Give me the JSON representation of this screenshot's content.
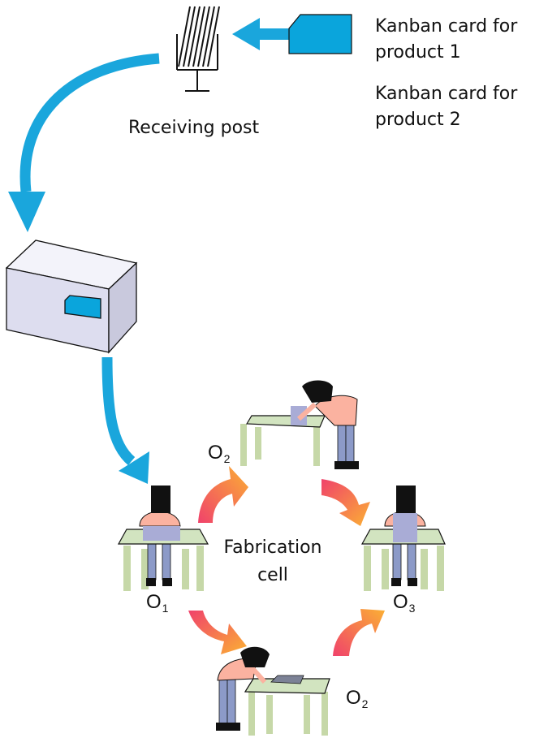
{
  "receiving_post": {
    "label": "Receiving post"
  },
  "legend": {
    "card1": "Kanban card for product 1",
    "card1_line1": "Kanban card for",
    "card1_line2": "product 1",
    "card2": "Kanban card for product 2",
    "card2_line1": "Kanban card for",
    "card2_line2": "product 2"
  },
  "cell": {
    "label": "Fabrication cell",
    "label_line1": "Fabrication",
    "label_line2": "cell"
  },
  "operators": [
    {
      "base": "O",
      "sub": "1"
    },
    {
      "base": "O",
      "sub": "2"
    },
    {
      "base": "O",
      "sub": "3"
    },
    {
      "base": "O",
      "sub": "2"
    }
  ],
  "colors": {
    "kanban_blue": "#0aa5dc",
    "flow_arrow_blue": "#1aa6dc",
    "container_face": "#ddddef",
    "table_top": "#d2e4c0",
    "table_leg": "#c6d8a8",
    "skin": "#fbb2a0",
    "jeans": "#8c9ac8",
    "hair": "#111111",
    "arrow_gradient_start": "#f0426b",
    "arrow_gradient_end": "#fbb034"
  }
}
